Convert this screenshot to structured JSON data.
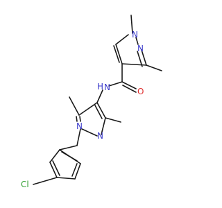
{
  "molecule": {
    "atom_labels": {
      "n_top_right": "N",
      "n_top_left": "N",
      "nh_n": "N",
      "nh_h": "H",
      "o": "O",
      "n_mid_right": "N",
      "n_mid_left": "N",
      "cl": "Cl"
    },
    "colors": {
      "nitrogen": "#3b3bcc",
      "oxygen": "#e03030",
      "chlorine": "#2f9e2f",
      "bond": "#1a1a1a"
    }
  }
}
